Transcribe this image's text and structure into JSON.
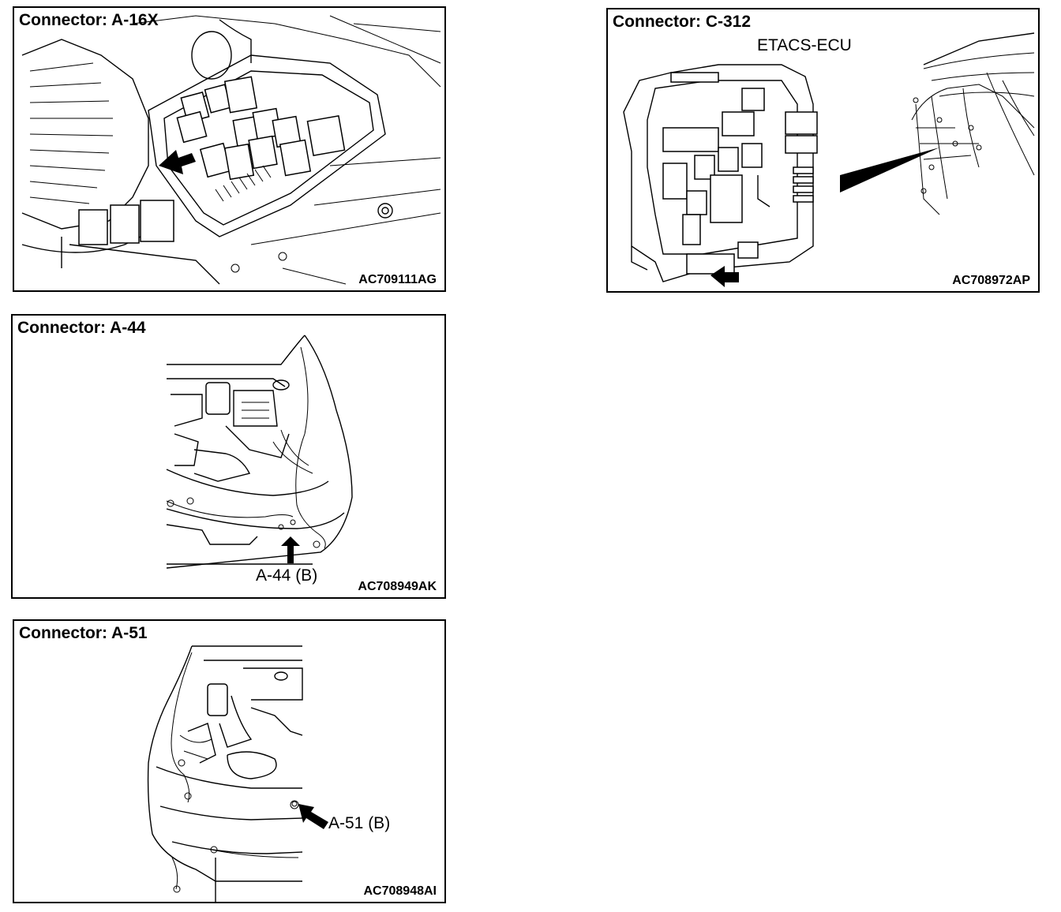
{
  "panels": {
    "a16x": {
      "title": "Connector: A-16X",
      "code": "AC709111AG"
    },
    "c312": {
      "title": "Connector: C-312",
      "subtitle": "ETACS-ECU",
      "code": "AC708972AP"
    },
    "a44": {
      "title": "Connector: A-44",
      "callout": "A-44 (B)",
      "code": "AC708949AK"
    },
    "a51": {
      "title": "Connector: A-51",
      "callout": "A-51 (B)",
      "code": "AC708948AI"
    }
  },
  "icons": {
    "arrow": "black-arrow-icon",
    "relay_box": "relay-box-illustration",
    "ecu": "ecu-illustration",
    "vehicle": "vehicle-front-illustration"
  }
}
